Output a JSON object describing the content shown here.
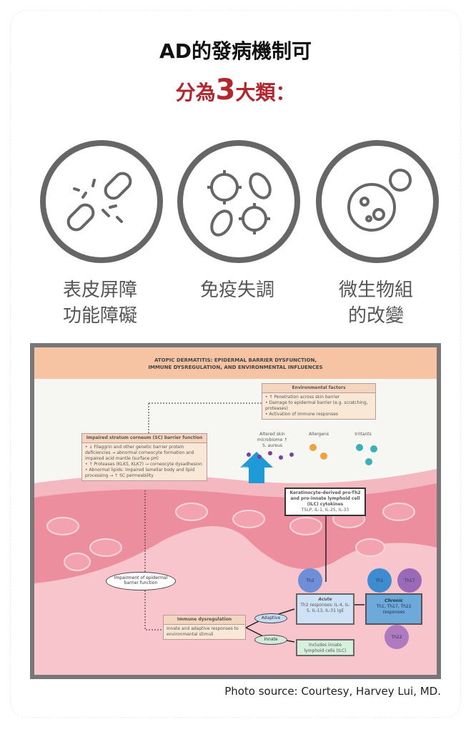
{
  "title": {
    "line1": "AD的發病機制可",
    "line2_a": "分為",
    "line2_num": "3",
    "line2_b": "大類："
  },
  "categories": [
    {
      "icon": "broken-chain-icon",
      "line1": "表皮屏障",
      "line2": "功能障礙"
    },
    {
      "icon": "germs-icon",
      "line1": "免疫失調",
      "line2": ""
    },
    {
      "icon": "microbe-icon",
      "line1": "微生物組",
      "line2": "的改變"
    }
  ],
  "diagram": {
    "header_line1": "ATOPIC DERMATITIS: EPIDERMAL BARRIER DYSFUNCTION,",
    "header_line2": "IMMUNE DYSREGULATION, AND ENVIRONMENTAL INFLUENCES",
    "env": {
      "title": "Environmental factors",
      "items": [
        "• ↑ Penetration across skin barrier",
        "• Damage to epidermal barrier (e.g. scratching, proteases)",
        "• Activation of immune responses"
      ]
    },
    "labels": {
      "microbiome": "Altered skin microbiome ↑ S. aureus",
      "allergens": "Allergens",
      "irritants": "Irritants",
      "tewl": "↑ TEWL"
    },
    "sc": {
      "title": "Impaired stratum corneum (SC) barrier function",
      "items": [
        "• ↓ Filaggrin and other genetic barrier protein deficiencies → abnormal corneocyte formation and impaired acid mantle (surface pH)",
        "• ↑ Proteases (KLK5, KLK7) → corneocyte dysadhesion",
        "• Abnormal lipids: impaired lamellar body and lipid processing → ↑ SC permeability"
      ]
    },
    "kera": {
      "title": "Keratinocyte-derived pro-Th2 and pro-innate lymphoid cell (ILC) cytokines",
      "body": "TSLP, IL-1, IL-25, IL-33"
    },
    "impairment": "Impairment of epidermal barrier function",
    "immune": {
      "title": "Immune dysregulation",
      "body": "Innate and adaptive responses to environmental stimuli"
    },
    "adaptive": "Adaptive",
    "innate": "Innate",
    "acute": {
      "title": "Acute",
      "body": "Th2 responses: IL-4, IL-5, IL-13, IL-31 IgE"
    },
    "chronic": {
      "title": "Chronic",
      "body": "Th1, Th17, Th22 responses"
    },
    "ilc": "Includes innate lymphoid cells (ILC)",
    "cells": {
      "th2": "Th2",
      "th1": "Th1",
      "th17": "Th17",
      "th22": "Th22"
    }
  },
  "source": "Photo source: Courtesy, Harvey Lui, MD."
}
